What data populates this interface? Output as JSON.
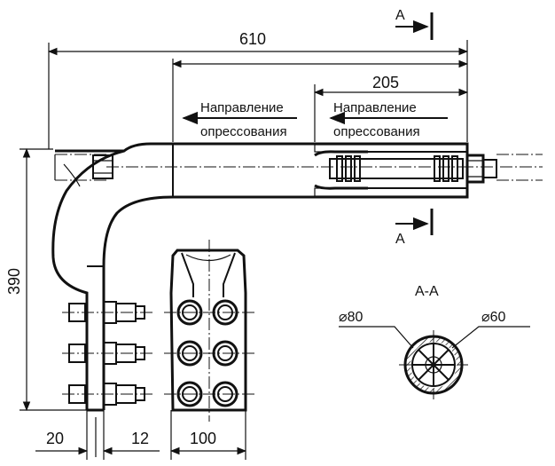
{
  "dimensions": {
    "overall_length": "610",
    "sleeve_length": "205",
    "height": "390",
    "offset_left": "20",
    "plate_thickness": "12",
    "plate_width": "100"
  },
  "notes": {
    "direction_1_line1": "Направление",
    "direction_1_line2": "опрессования",
    "direction_2_line1": "Направление",
    "direction_2_line2": "опрессования"
  },
  "section": {
    "marker_top": "A",
    "marker_bottom": "A",
    "title": "A-A",
    "outer_diameter": "⌀80",
    "inner_diameter": "⌀60"
  }
}
